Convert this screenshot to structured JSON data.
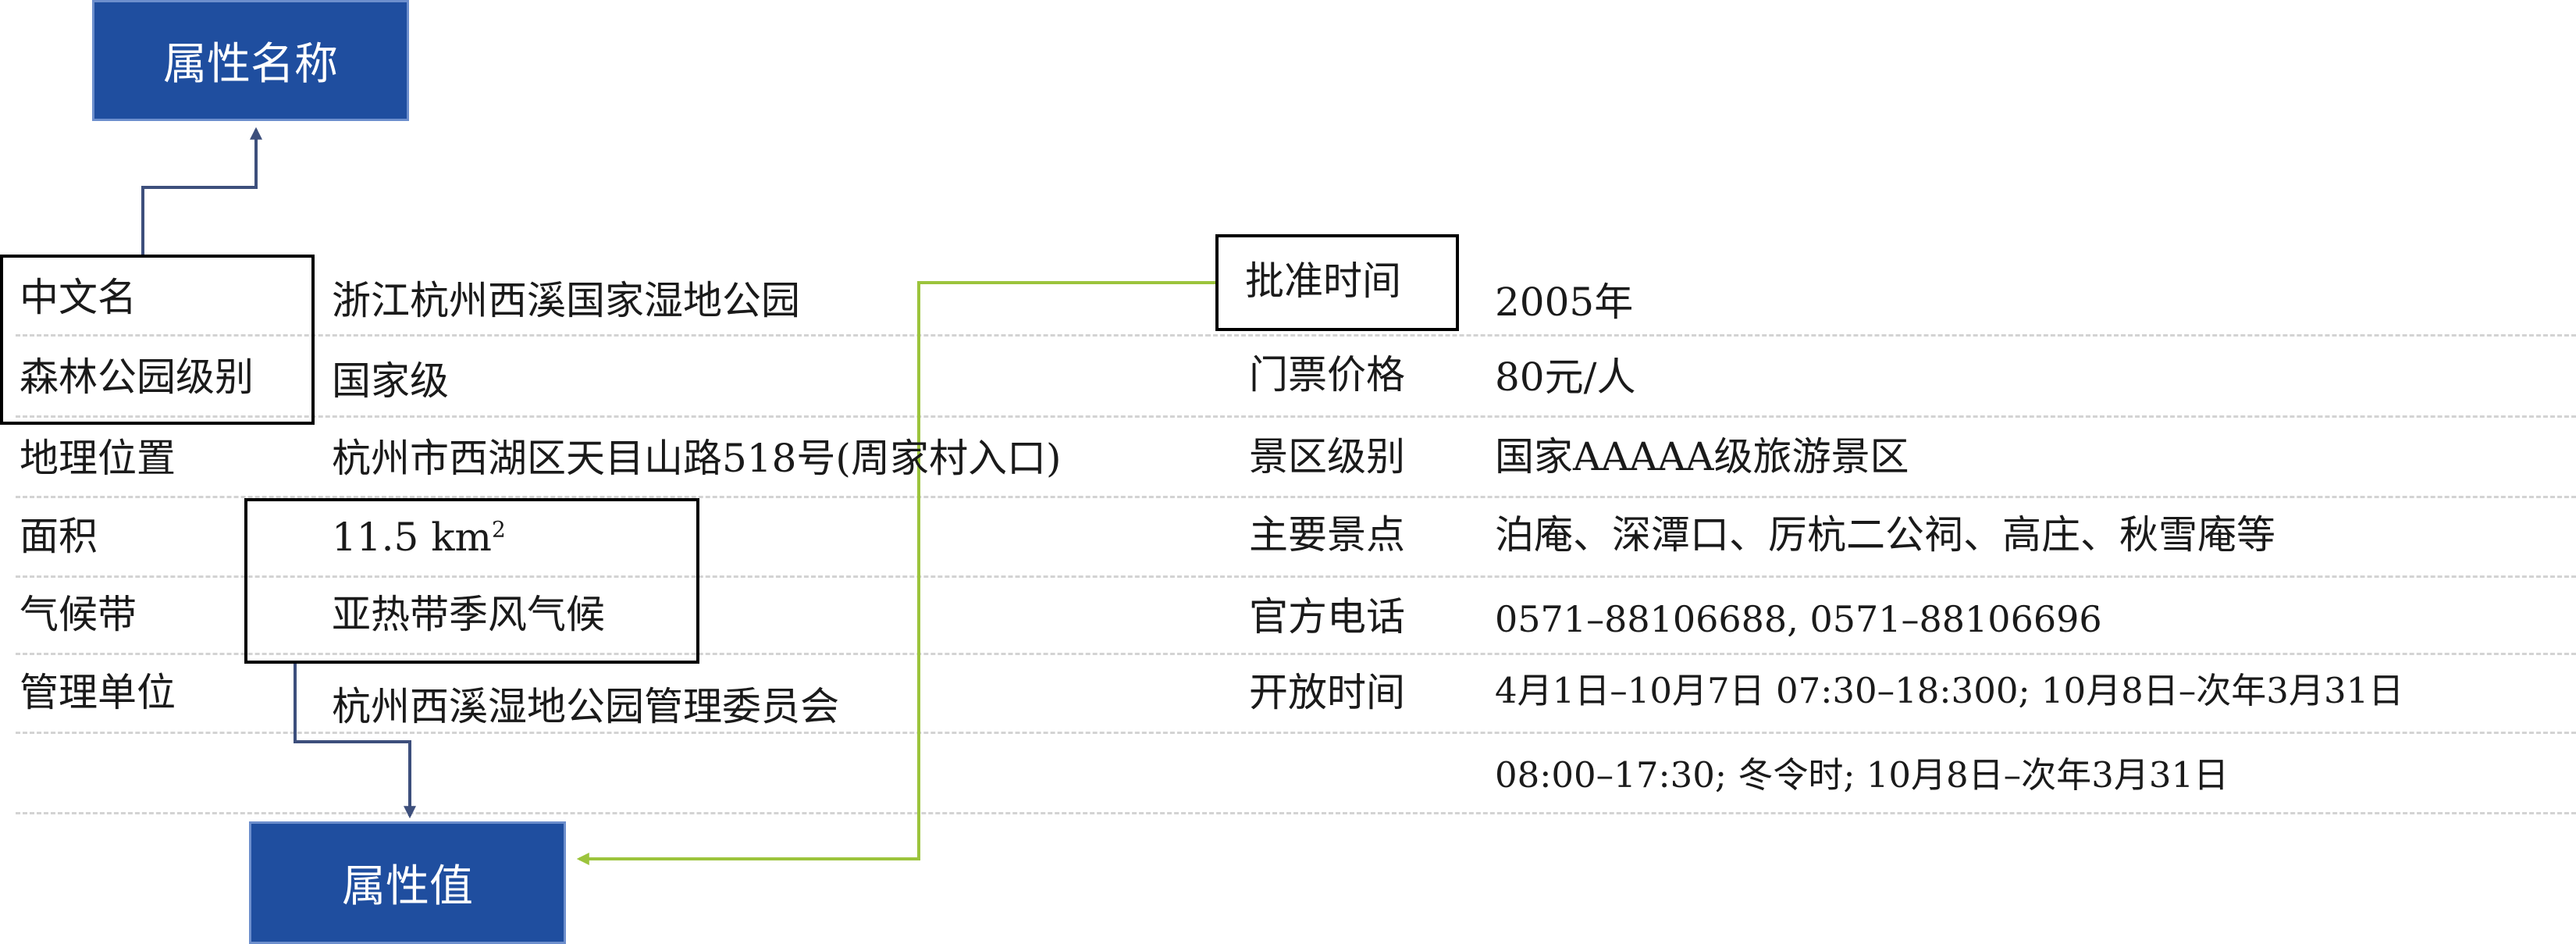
{
  "labels": {
    "attr_name": "属性名称",
    "attr_value": "属性值"
  },
  "left_rows": [
    {
      "name": "中文名",
      "value": "浙江杭州西溪国家湿地公园"
    },
    {
      "name": "森林公园级别",
      "value": "国家级"
    },
    {
      "name": "地理位置",
      "value": "杭州市西湖区天目山路518号(周家村入口)"
    },
    {
      "name": "面积",
      "value": "11.5 km",
      "value_sup": "2"
    },
    {
      "name": "气候带",
      "value": "亚热带季风气候"
    },
    {
      "name": "管理单位",
      "value": "杭州西溪湿地公园管理委员会"
    }
  ],
  "right_rows": [
    {
      "name": "批准时间",
      "value": "2005年"
    },
    {
      "name": "门票价格",
      "value": "80元/人"
    },
    {
      "name": "景区级别",
      "value": "国家AAAAA级旅游景区"
    },
    {
      "name": "主要景点",
      "value": "泊庵、深潭口、厉杭二公祠、高庄、秋雪庵等"
    },
    {
      "name": "官方电话",
      "value": "0571–88106688,  0571–88106696"
    },
    {
      "name": "开放时间",
      "value": "4月1日–10月7日 07:30–18:300; 10月8日–次年3月31日",
      "value_line2": "08:00–17:30; 冬令时; 10月8日–次年3月31日"
    }
  ],
  "colors": {
    "tag_fill": "#1f4e9f",
    "name_arrow": "#3d4f7c",
    "value_arrow_left": "#3d4f7c",
    "value_arrow_right": "#9cc43c",
    "separator": "#d3d3d3"
  }
}
